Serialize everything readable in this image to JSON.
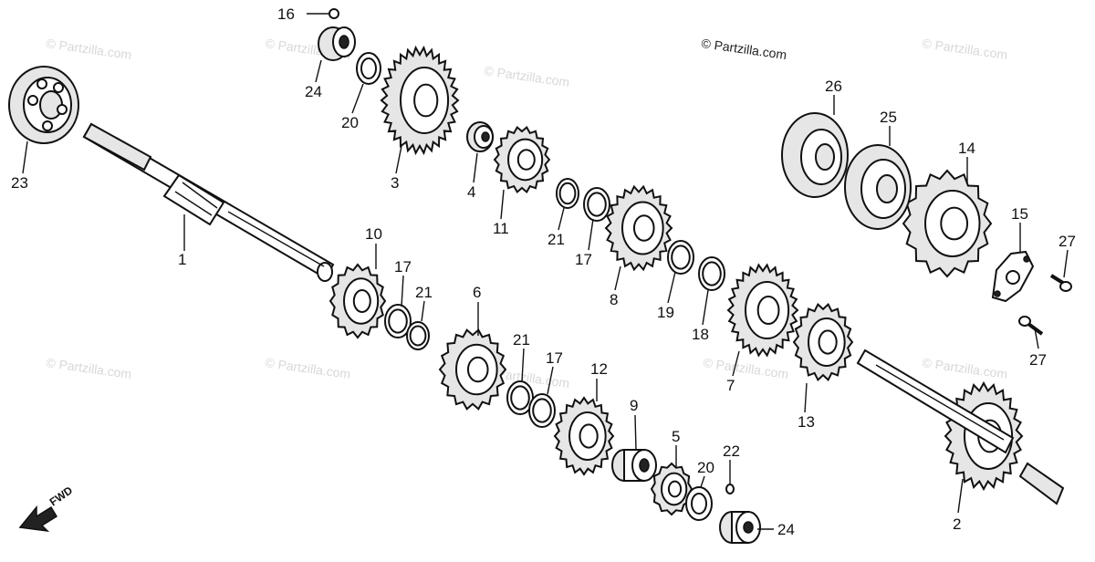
{
  "copyright": "© Partzilla.com",
  "watermark": "© Partzilla.com",
  "direction_label": "FWD",
  "callouts": [
    "1",
    "2",
    "3",
    "4",
    "5",
    "6",
    "7",
    "8",
    "9",
    "10",
    "11",
    "12",
    "13",
    "14",
    "15",
    "16",
    "17",
    "17",
    "17",
    "18",
    "19",
    "20",
    "20",
    "21",
    "21",
    "21",
    "22",
    "23",
    "24",
    "24",
    "25",
    "26",
    "27",
    "27"
  ]
}
